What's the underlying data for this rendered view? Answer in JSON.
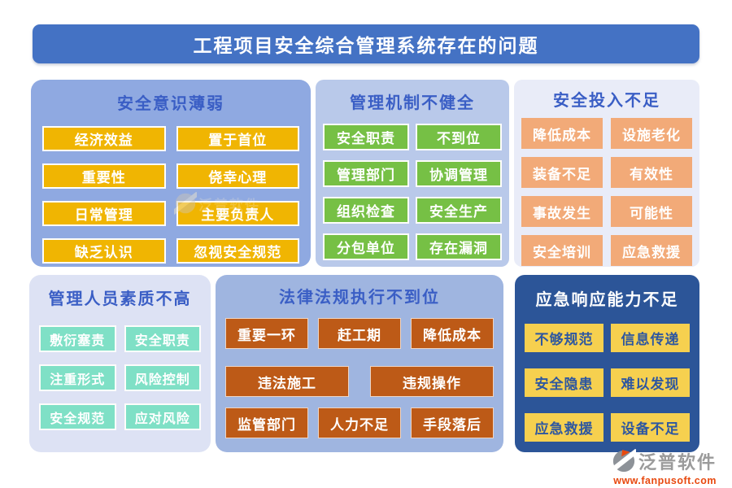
{
  "header": {
    "title": "工程项目安全综合管理系统存在的问题"
  },
  "panels": {
    "awareness": {
      "title": "安全意识薄弱",
      "items": [
        "经济效益",
        "置于首位",
        "重要性",
        "侥幸心理",
        "日常管理",
        "主要负责人",
        "缺乏认识",
        "忽视安全规范"
      ]
    },
    "mechanism": {
      "title": "管理机制不健全",
      "items": [
        "安全职责",
        "不到位",
        "管理部门",
        "协调管理",
        "组织检查",
        "安全生产",
        "分包单位",
        "存在漏洞"
      ]
    },
    "investment": {
      "title": "安全投入不足",
      "items": [
        "降低成本",
        "设施老化",
        "装备不足",
        "有效性",
        "事故发生",
        "可能性",
        "安全培训",
        "应急救援"
      ]
    },
    "quality": {
      "title": "管理人员素质不高",
      "items": [
        "敷衍塞责",
        "安全职责",
        "注重形式",
        "风险控制",
        "安全规范",
        "应对风险"
      ]
    },
    "law": {
      "title": "法律法规执行不到位",
      "rows": [
        [
          "重要一环",
          "赶工期",
          "降低成本"
        ],
        [
          "违法施工",
          "违规操作"
        ],
        [
          "监管部门",
          "人力不足",
          "手段落后"
        ]
      ]
    },
    "emergency": {
      "title": "应急响应能力不足",
      "items": [
        "不够规范",
        "信息传递",
        "安全隐患",
        "难以发现",
        "应急救援",
        "设备不足"
      ]
    }
  },
  "watermark": {
    "brand": "泛普软件",
    "url": "www.fanpusoft.com",
    "ghost_text": "泛普软件"
  },
  "colors": {
    "banner_blue": "#4472c4",
    "title_blue": "#3a5ec5",
    "panel_awareness_bg": "#8fa9e1",
    "panel_mechanism_bg": "#b9c9ea",
    "panel_investment_bg": "#e9ecf8",
    "panel_quality_bg": "#dde2f4",
    "panel_law_bg": "#9fb5e0",
    "panel_emergency_bg": "#2c5598",
    "tag_gold": "#f0b502",
    "tag_green": "#76c045",
    "tag_peach": "#f2aa78",
    "tag_teal": "#7fe0c6",
    "tag_rust": "#bd5a17",
    "tag_yellow": "#f6d04f",
    "tag_yellow_text": "#2e57a0",
    "brand_gray": "#9b9b9b",
    "url_orange": "#e8490f"
  }
}
